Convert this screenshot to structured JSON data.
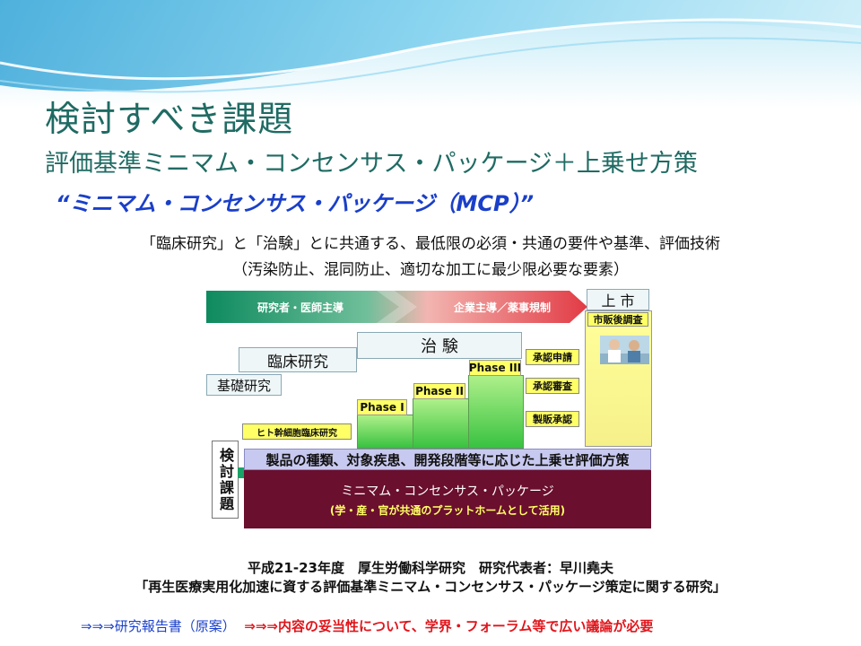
{
  "title": "検討すべき課題",
  "subtitle": "評価基準ミニマム・コンセンサス・パッケージ＋上乗せ方策",
  "mcp_heading": "“ミニマム・コンセンサス・パッケージ（MCP）”",
  "description_1": "「臨床研究」と「治験」とに共通する、最低限の必須・共通の要件や基準、評価技術",
  "description_2": "（汚染防止、混同防止、適切な加工に最少限必要な要素）",
  "diagram": {
    "arrow_left_label": "研究者・医師主導",
    "arrow_right_label": "企業主導／薬事規制",
    "market_label": "上 市",
    "post_market_label": "市販後調査",
    "clinical_trial_label": "治 験",
    "clinical_research_label": "臨床研究",
    "basic_research_label": "基礎研究",
    "phase1_label": "Phase I",
    "phase2_label": "Phase II",
    "phase3_label": "Phase III",
    "approval_application": "承認申請",
    "approval_review": "承認審査",
    "manufacturing_approval": "製販承認",
    "stem_cell_label": "ヒト幹細胞臨床研究",
    "issues_label": "検討課題",
    "topup_label": "製品の種類、対象疾患、開発段階等に応じた上乗せ評価方策",
    "mcp_box_label": "ミニマム・コンセンサス・パッケージ",
    "mcp_box_sub": "(学・産・官が共通のプラットホームとして活用)"
  },
  "footer_1": "平成21-23年度　厚生労働科学研究　研究代表者：早川堯夫",
  "footer_2": "「再生医療実用化加速に資する評価基準ミニマム・コンセンサス・パッケージ策定に関する研究」",
  "footer_3a": "⇒⇒⇒研究報告書（原案）",
  "footer_3b": "⇒⇒⇒内容の妥当性について、学界・フォーラム等で広い議論が必要"
}
